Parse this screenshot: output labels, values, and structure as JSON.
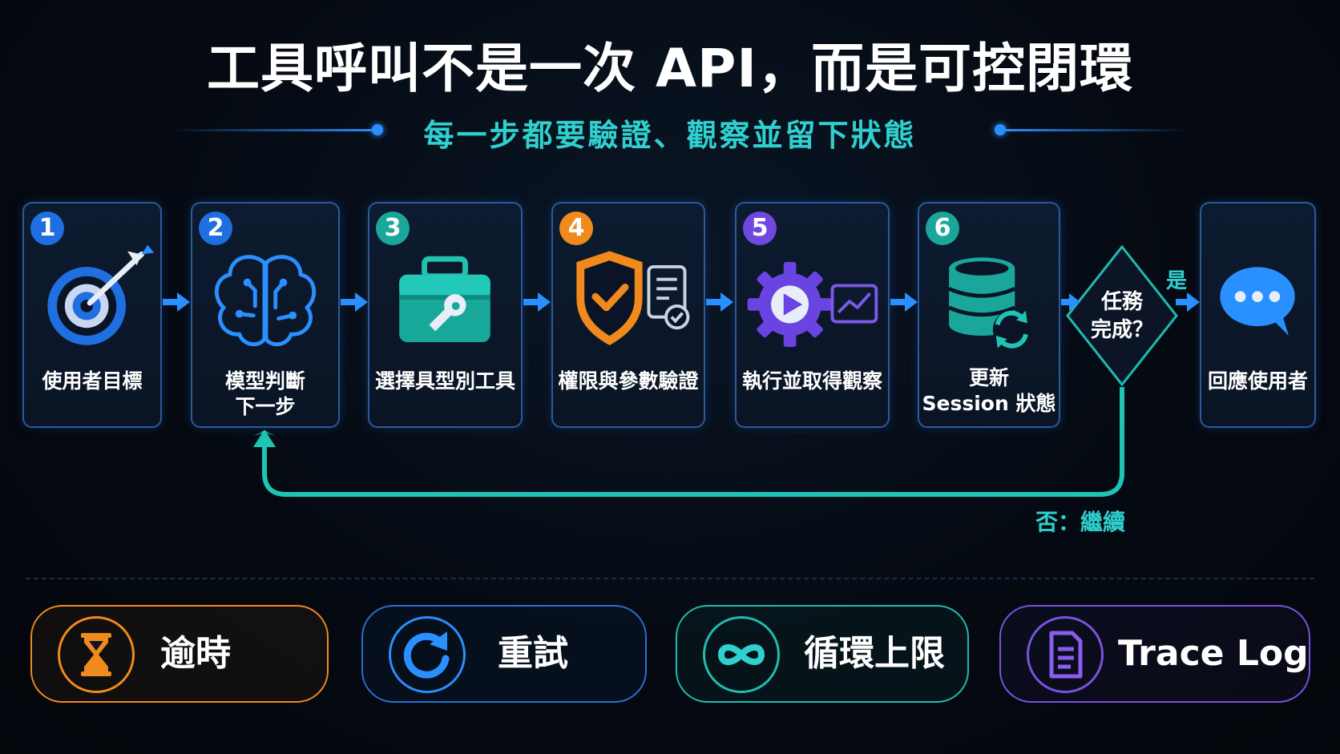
{
  "title": "工具呼叫不是一次 API，而是可控閉環",
  "subtitle": "每一步都要驗證、觀察並留下狀態",
  "steps": [
    {
      "number": "1",
      "label_lines": [
        "使用者目標"
      ],
      "icon": "target-icon",
      "color": "#1f6fe0"
    },
    {
      "number": "2",
      "label_lines": [
        "模型判斷",
        "下一步"
      ],
      "icon": "brain-icon",
      "color": "#1f6fe0"
    },
    {
      "number": "3",
      "label_lines": [
        "選擇具型別工具"
      ],
      "icon": "toolbox-icon",
      "color": "#1aa69a"
    },
    {
      "number": "4",
      "label_lines": [
        "權限與參數驗證"
      ],
      "icon": "shield-check-icon",
      "color": "#f08a1c"
    },
    {
      "number": "5",
      "label_lines": [
        "執行並取得觀察"
      ],
      "icon": "gear-play-icon",
      "color": "#7048e0"
    },
    {
      "number": "6",
      "label_lines": [
        "更新",
        "Session 狀態"
      ],
      "icon": "database-sync-icon",
      "color": "#1aa69a"
    }
  ],
  "decision": {
    "label_lines": [
      "任務",
      "完成？"
    ],
    "yes": "是",
    "no": "否：繼續"
  },
  "final": {
    "label_lines": [
      "回應使用者"
    ],
    "icon": "chat-bubble-icon"
  },
  "features": [
    {
      "label": "逾時",
      "icon": "hourglass-icon",
      "color": "#f08a1c"
    },
    {
      "label": "重試",
      "icon": "retry-icon",
      "color": "#2a8fff"
    },
    {
      "label": "循環上限",
      "icon": "infinity-icon",
      "color": "#2fd0cf"
    },
    {
      "label": "Trace Log",
      "icon": "document-icon",
      "color": "#8a5cf0"
    }
  ]
}
